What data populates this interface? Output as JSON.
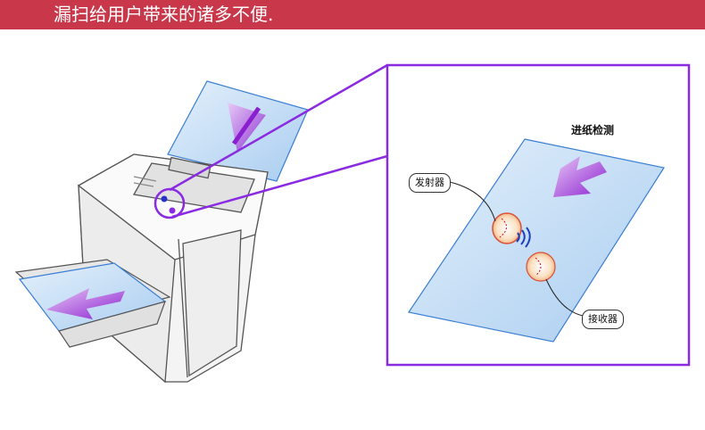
{
  "banner": {
    "text": "漏扫给用户带来的诸多不便.",
    "color": "#c8384a"
  },
  "illustration": {
    "feed_detection_label": "进纸检测",
    "emitter_label": "发射器",
    "receiver_label": "接收器",
    "highlight_color": "#8a2be2",
    "paper_color": "#cfe3f7",
    "arrow_color": "#9b2bd8"
  }
}
